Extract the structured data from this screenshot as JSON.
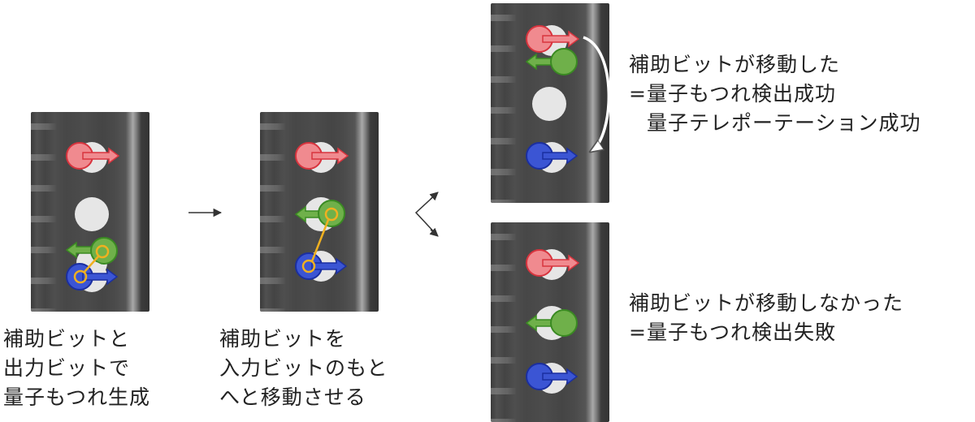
{
  "captions": {
    "step1": [
      "補助ビットと",
      "出力ビットで",
      "量子もつれ生成"
    ],
    "step2": [
      "補助ビットを",
      "入力ビットのもと",
      "へと移動させる"
    ],
    "success": [
      "補助ビットが移動した",
      "=量子もつれ検出成功",
      "量子テレポーテーション成功"
    ],
    "failure": [
      "補助ビットが移動しなかった",
      "=量子もつれ検出失敗"
    ]
  },
  "colors": {
    "input_qubit": "#f08a8f",
    "ancilla_qubit": "#6fb04a",
    "output_qubit": "#3b55d4",
    "empty_site": "#e6e6e6",
    "entanglement_link": "#f0b020"
  }
}
